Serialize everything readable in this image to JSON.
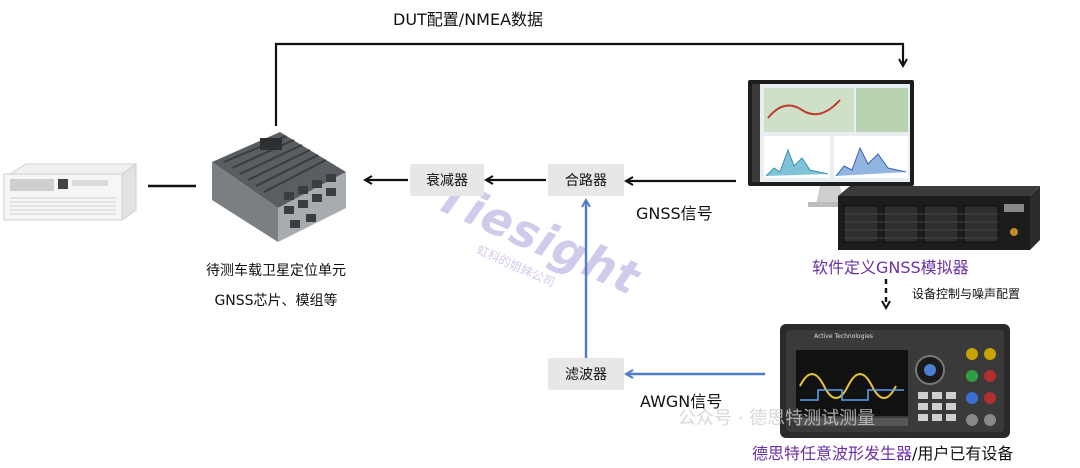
{
  "labels": {
    "top_link": "DUT配置/NMEA数据",
    "gnss_signal": "GNSS信号",
    "awgn_signal": "AWGN信号",
    "device_control": "设备控制与噪声配置",
    "dut_line1": "待测车载卫星定位单元",
    "dut_line2": "GNSS芯片、模组等",
    "simulator": "软件定义GNSS模拟器",
    "awg_brand": "德思特任意波形发生器",
    "awg_suffix": "/用户已有设备"
  },
  "boxes": {
    "attenuator": "衰减器",
    "combiner": "合路器",
    "filter": "滤波器"
  },
  "watermark": {
    "logo": "Tiesight",
    "sub": "虹科的姐妹公司",
    "social": "公众号 · 德思特测试测量"
  },
  "instrument": {
    "awg_maker": "Active Technologies"
  },
  "colors": {
    "purple": "#6a2fa6",
    "blue_line": "#4f7cc8",
    "box_bg": "#e7e7e7"
  }
}
